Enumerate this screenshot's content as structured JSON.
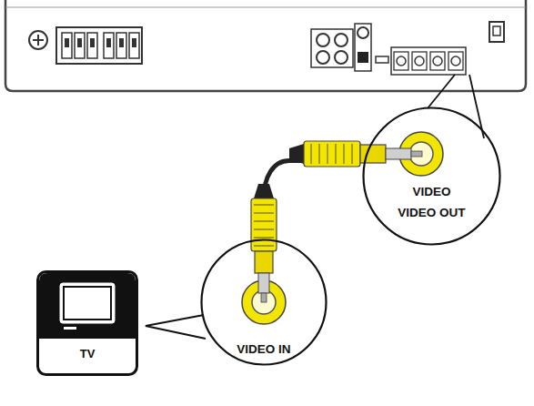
{
  "diagram": {
    "nodes": [
      {
        "text": [
          "VIDEO",
          "VIDEO OUT"
        ]
      },
      {
        "text": [
          "VIDEO IN"
        ]
      },
      {
        "text": [
          "TV"
        ]
      }
    ],
    "edges": [
      {
        "from": 0,
        "to": 1,
        "arrow": "none"
      }
    ]
  }
}
